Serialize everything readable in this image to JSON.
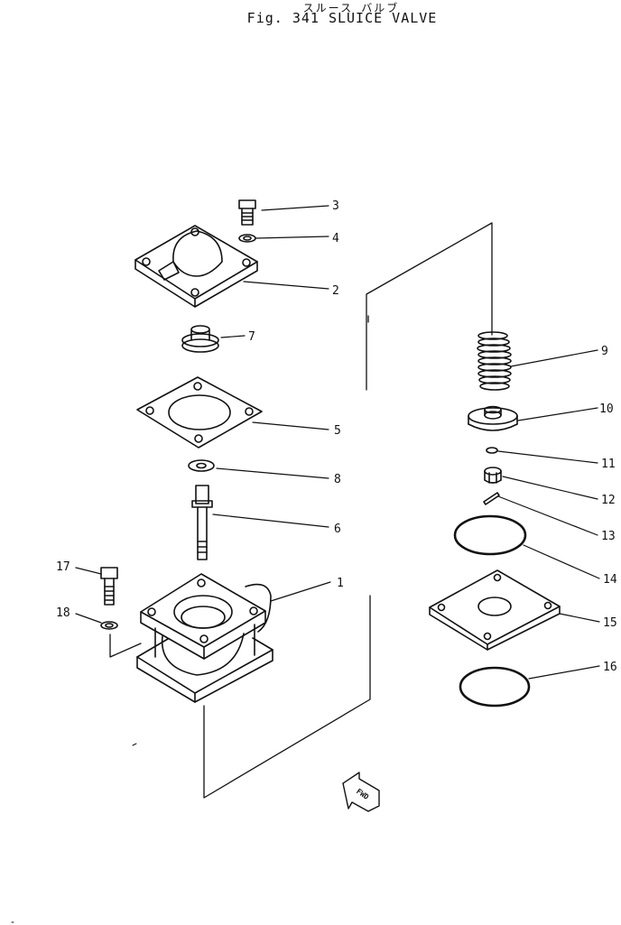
{
  "header": {
    "title_ja": "スルース バルブ",
    "title_en": "Fig. 341   SLUICE  VALVE"
  },
  "callouts": [
    "1",
    "2",
    "3",
    "4",
    "5",
    "6",
    "7",
    "8",
    "9",
    "10",
    "11",
    "12",
    "13",
    "14",
    "15",
    "16",
    "17",
    "18"
  ],
  "fwd_label": "FWD"
}
